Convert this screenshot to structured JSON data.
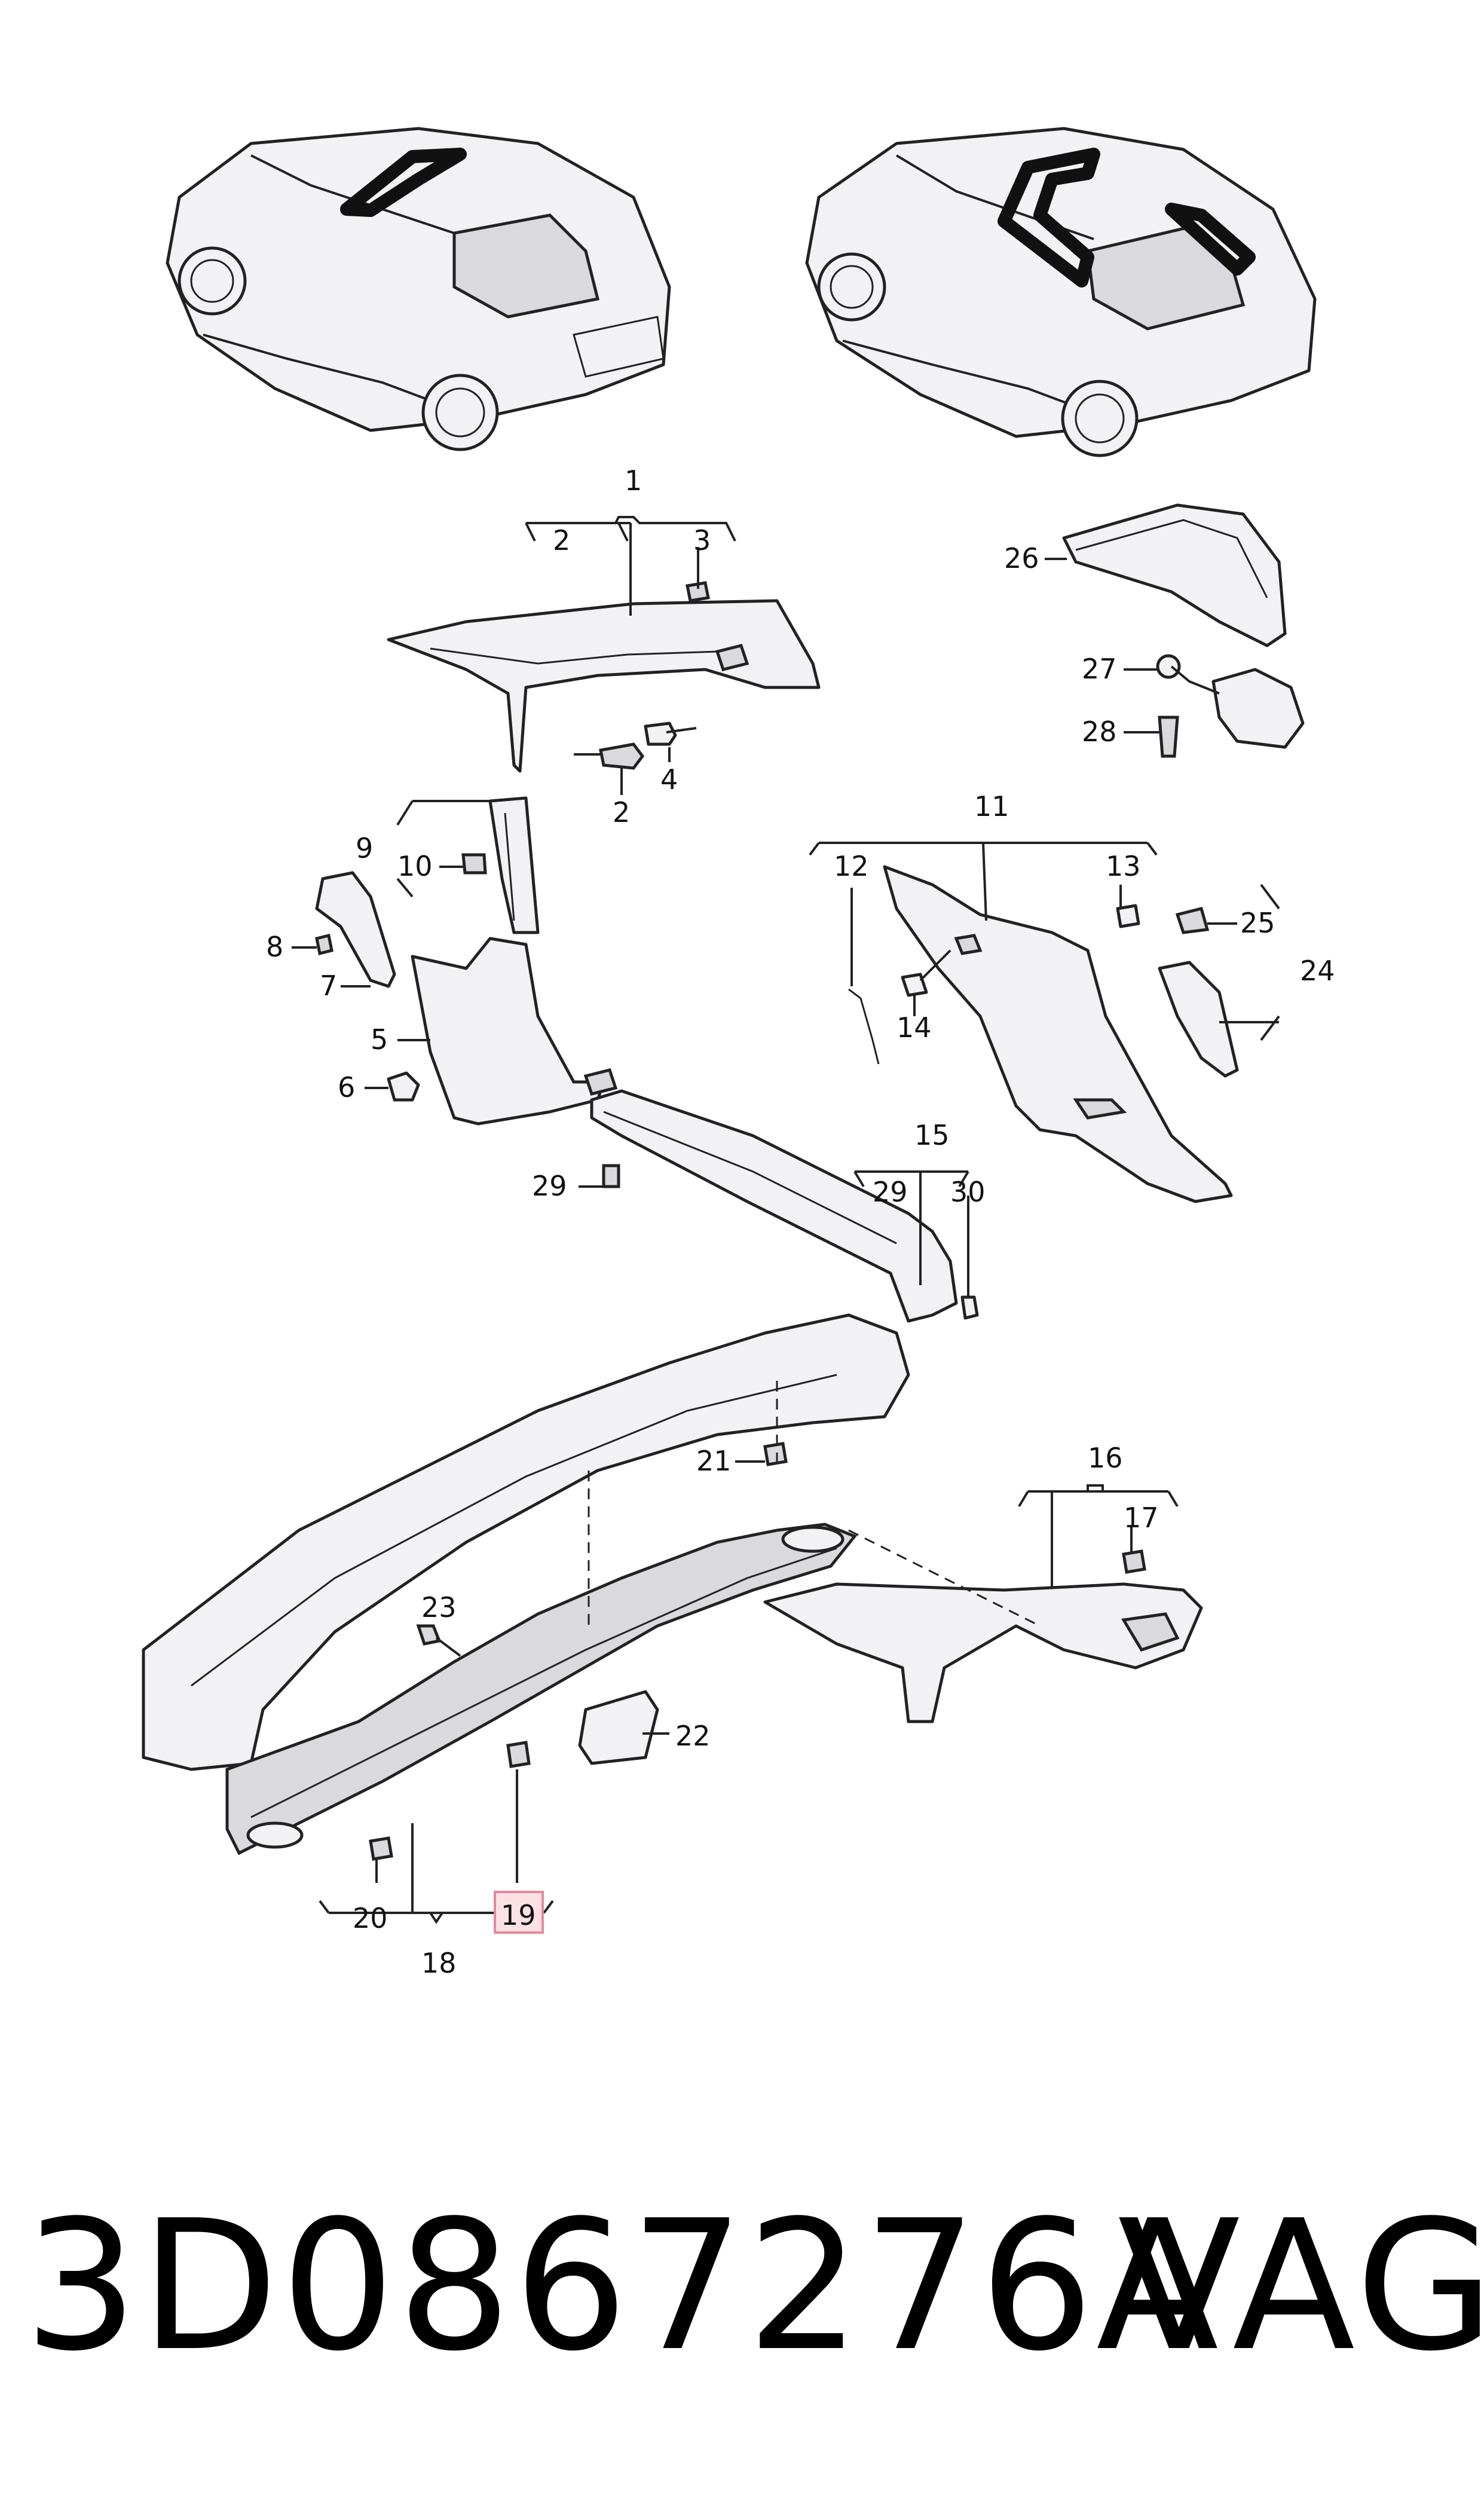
{
  "callouts": {
    "c1": "1",
    "c2a": "2",
    "c2b": "2",
    "c3": "3",
    "c4": "4",
    "c5": "5",
    "c6": "6",
    "c7": "7",
    "c8": "8",
    "c9": "9",
    "c10": "10",
    "c11": "11",
    "c12": "12",
    "c13": "13",
    "c14": "14",
    "c15": "15",
    "c16": "16",
    "c17": "17",
    "c18": "18",
    "c19": "19",
    "c20": "20",
    "c21": "21",
    "c22": "22",
    "c23": "23",
    "c24": "24",
    "c25": "25",
    "c26": "26",
    "c27": "27",
    "c28": "28",
    "c29a": "29",
    "c29b": "29",
    "c30": "30"
  },
  "highlighted_callout": "19",
  "highlight_color": "#fbe1e4",
  "footer": {
    "part_number": "3D0867276A",
    "brand": "VAG"
  }
}
